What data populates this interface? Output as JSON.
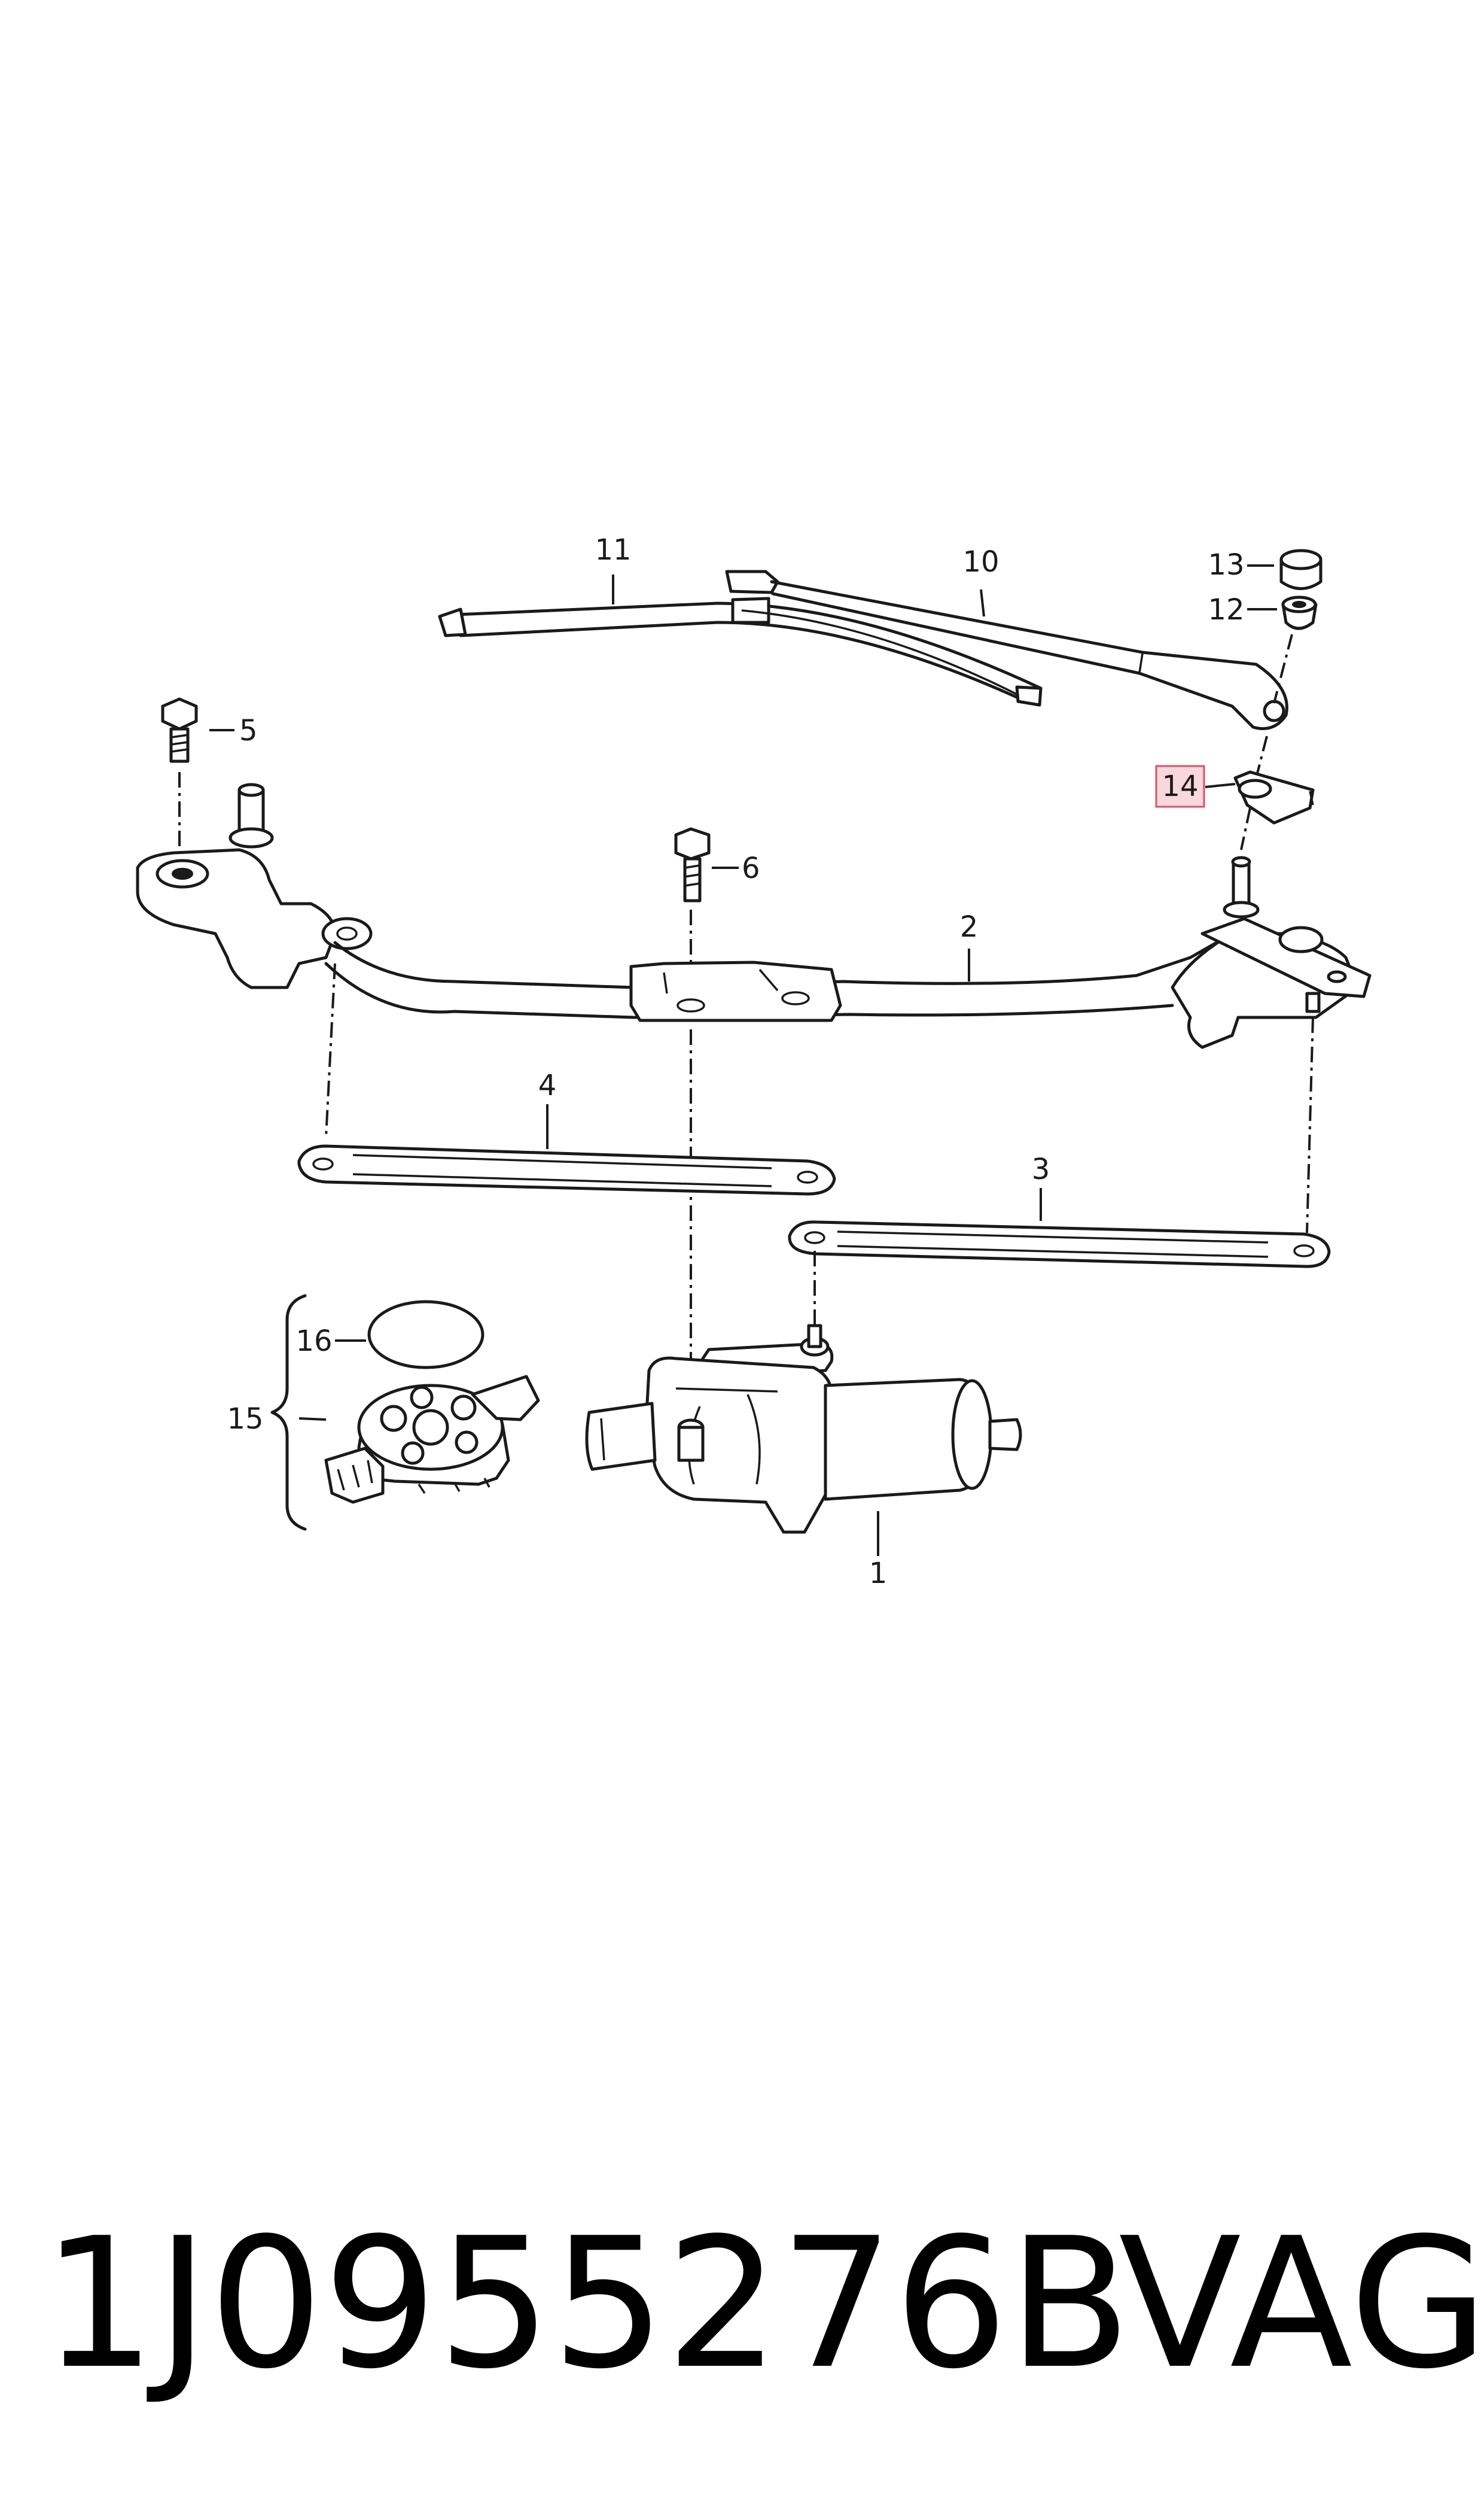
{
  "callouts": {
    "c1": "1",
    "c2": "2",
    "c3": "3",
    "c4": "4",
    "c5": "5",
    "c6": "6",
    "c10": "10",
    "c11": "11",
    "c12": "12",
    "c13": "13",
    "c14": "14",
    "c15": "15",
    "c16": "16"
  },
  "highlighted_callout": "14",
  "highlight_color": "#e05060",
  "footer": {
    "part_number": "1J0955276B",
    "brand": "VAG"
  }
}
